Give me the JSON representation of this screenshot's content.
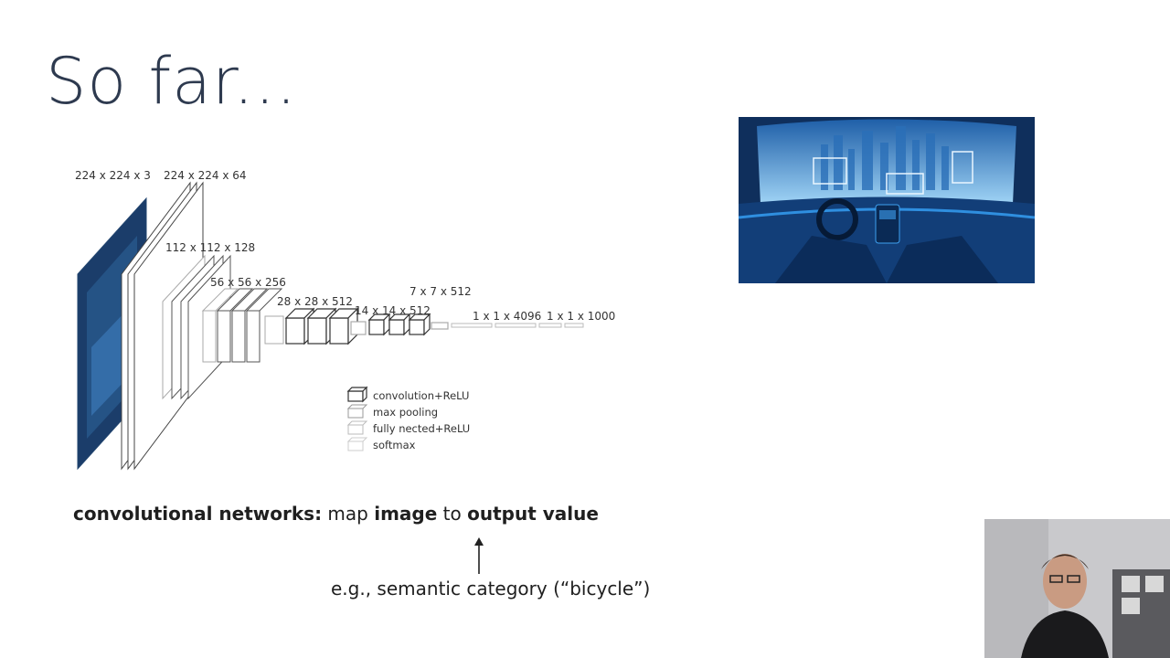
{
  "slide": {
    "title": "So far..."
  },
  "diagram": {
    "dims": {
      "input": "224 x 224 x 3",
      "conv1": "224 x 224 x 64",
      "conv2": "112 x 112 x 128",
      "conv3": "56 x 56 x 256",
      "conv4": "28 x 28 x 512",
      "conv5": "14 x 14 x 512",
      "pool5": "7 x 7 x 512",
      "fc": "1 x 1 x 4096",
      "out": "1 x 1 x 1000"
    },
    "legend": [
      "convolution+ReLU",
      "max pooling",
      "fully nected+ReLU",
      "softmax"
    ]
  },
  "caption": {
    "part1_bold": "convolutional networks:",
    "part2": " map ",
    "part3_bold": "image",
    "part4": " to ",
    "part5_bold": "output value"
  },
  "example": "e.g., semantic category (“bicycle”)",
  "colors": {
    "title": "#2e3a4f",
    "photo_bg": "#123a6e",
    "photo_accent": "#2f8fe0"
  },
  "icons": [
    "car-dashboard-illustration",
    "webcam-video-feed"
  ]
}
